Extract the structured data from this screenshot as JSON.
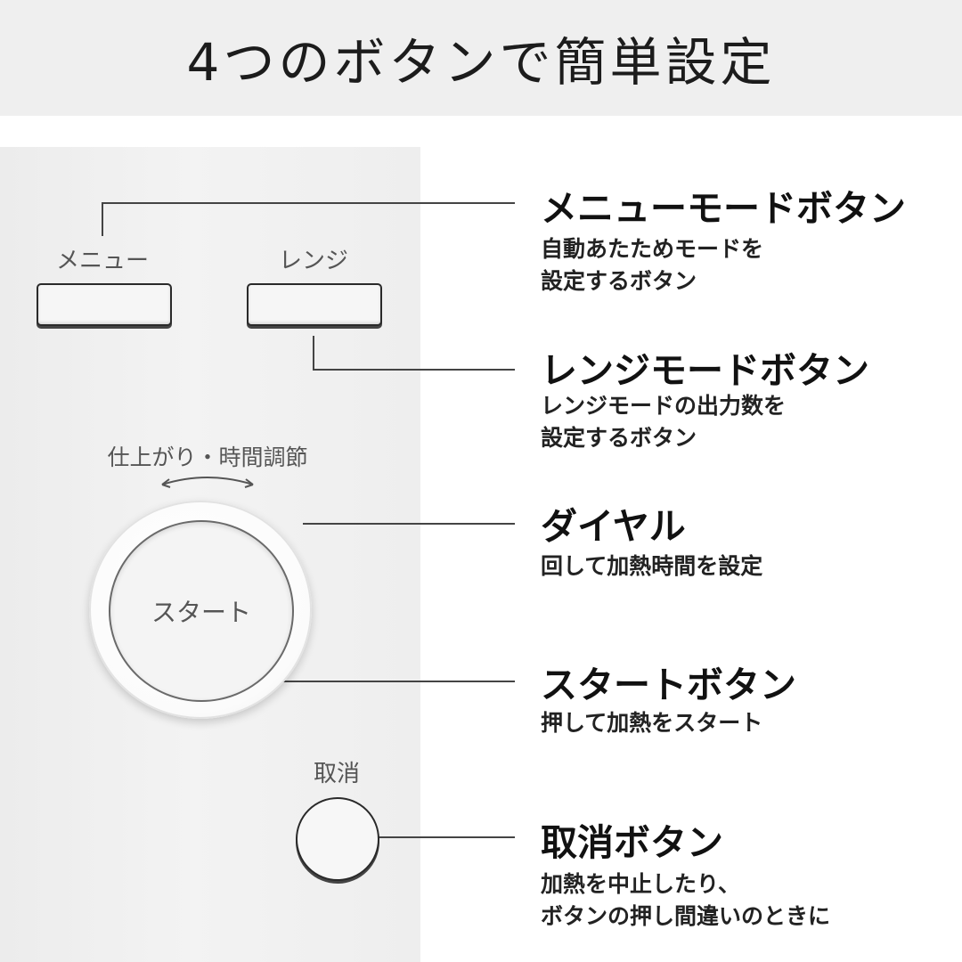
{
  "header": {
    "title": "4つのボタンで簡単設定"
  },
  "panel": {
    "menu_label": "メニュー",
    "range_label": "レンジ",
    "dial_caption": "仕上がり・時間調節",
    "dial_center": "スタート",
    "cancel_label": "取消"
  },
  "annotations": {
    "menu": {
      "title": "メニューモードボタン",
      "desc": [
        "自動あたためモードを",
        "設定するボタン"
      ]
    },
    "range": {
      "title": "レンジモードボタン",
      "desc": [
        "レンジモードの出力数を",
        "設定するボタン"
      ]
    },
    "dial": {
      "title": "ダイヤル",
      "desc": [
        "回して加熱時間を設定"
      ]
    },
    "start": {
      "title": "スタートボタン",
      "desc": [
        "押して加熱をスタート"
      ]
    },
    "cancel": {
      "title": "取消ボタン",
      "desc": [
        "加熱を中止したり、",
        "ボタンの押し間違いのときに"
      ]
    }
  }
}
